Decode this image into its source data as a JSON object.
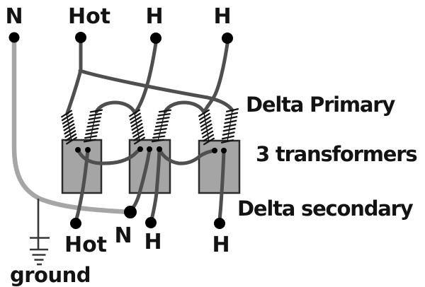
{
  "diagram": {
    "type": "delta-delta transformer bank wiring diagram",
    "transformer_count": 3,
    "top_terminals": [
      {
        "label": "N"
      },
      {
        "label": "Hot"
      },
      {
        "label": "H"
      },
      {
        "label": "H"
      }
    ],
    "bottom_terminals": [
      {
        "label": "Hot"
      },
      {
        "label": "N"
      },
      {
        "label": "H"
      },
      {
        "label": "H"
      }
    ],
    "annotations": {
      "primary": "Delta Primary",
      "count": "3 transformers",
      "secondary": "Delta secondary",
      "ground": "ground"
    }
  },
  "colors": {
    "wire_dark": "#4f4f4f",
    "wire_neutral": "#a6a6a6",
    "ground_wire": "#383838",
    "coil": "#141414",
    "box_fill": "#a5a5a5",
    "box_border": "#2b2b2b",
    "dot": "#000000",
    "text": "#131313",
    "background": "#ffffff"
  }
}
